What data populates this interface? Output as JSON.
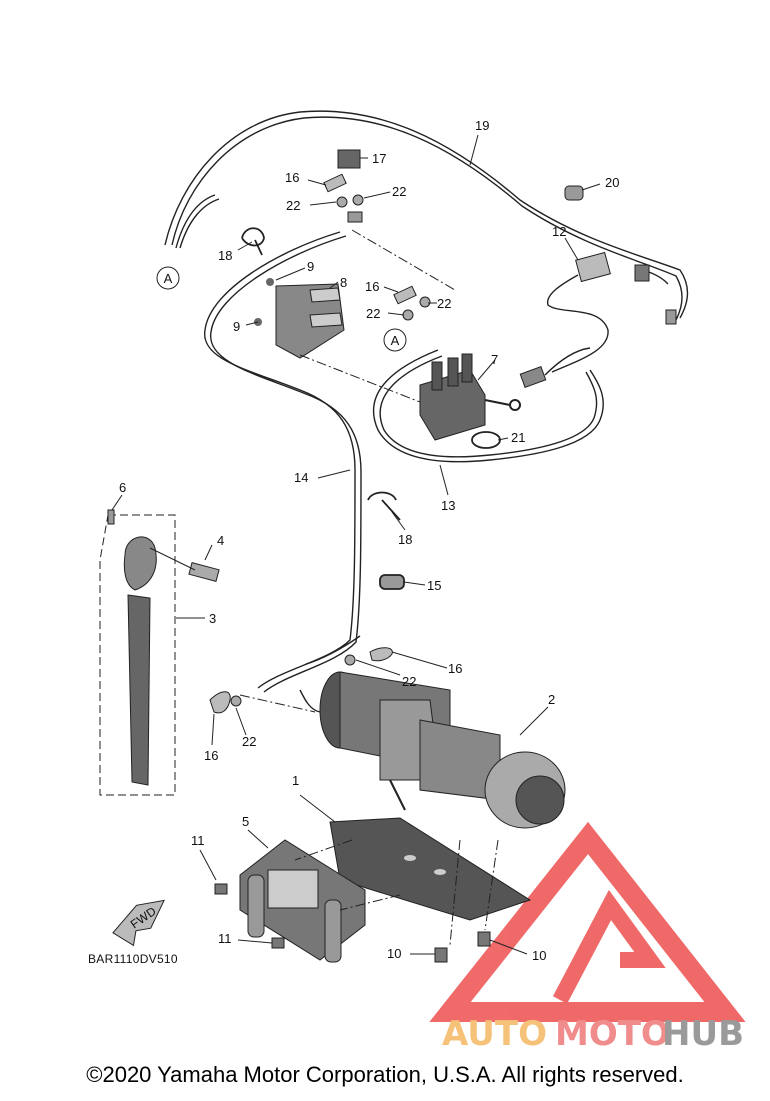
{
  "diagram_code": "BAR1110DV510",
  "fwd_label": "FWD",
  "ref_marker": "A",
  "copyright": "©2020 Yamaha Motor Corporation, U.S.A. All rights reserved.",
  "watermark": {
    "part1": "AUTO",
    "part2": "MOTO",
    "part3": "HUB",
    "colors": {
      "auto": "#f6c27a",
      "moto": "#f08c8c",
      "hub": "#9a9a9a",
      "logo": "#ee5050"
    }
  },
  "callouts": [
    "1",
    "2",
    "3",
    "4",
    "5",
    "6",
    "7",
    "8",
    "9",
    "9",
    "10",
    "10",
    "11",
    "11",
    "12",
    "13",
    "14",
    "15",
    "16",
    "16",
    "16",
    "16",
    "17",
    "18",
    "18",
    "19",
    "20",
    "21",
    "22",
    "22",
    "22",
    "22",
    "22",
    "22"
  ]
}
